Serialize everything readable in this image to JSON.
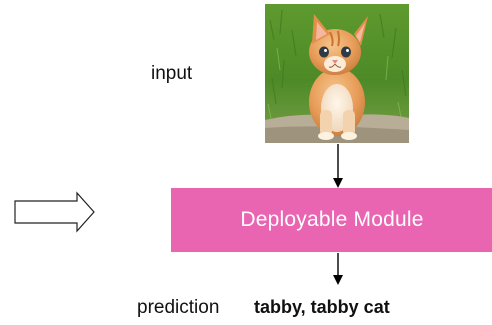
{
  "input_label": "input",
  "module_label": "Deployable Module",
  "prediction_label": "prediction",
  "prediction_value": "tabby, tabby cat",
  "colors": {
    "module_fill": "#e965b1",
    "module_text": "#ffffff",
    "arrow": "#000000"
  },
  "icons": {
    "input_image": "kitten-photo",
    "side_arrow": "hollow-right-arrow"
  }
}
